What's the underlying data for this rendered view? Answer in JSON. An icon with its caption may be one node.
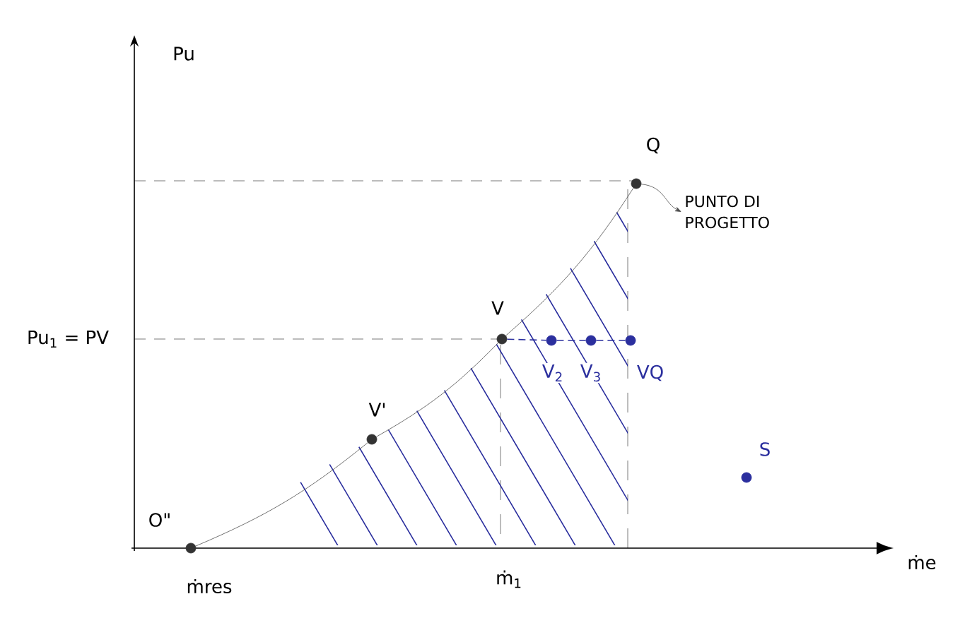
{
  "diagram": {
    "nodes": [
      {
        "text": [],
        "shape": "circle",
        "beside": [
          "O\""
        ]
      },
      {
        "text": [],
        "shape": "circle",
        "beside": [
          "V'"
        ]
      },
      {
        "text": [],
        "shape": "circle",
        "beside": [
          "V"
        ]
      },
      {
        "text": [],
        "shape": "circle",
        "beside": [
          "V$_{2}$"
        ]
      },
      {
        "text": [],
        "shape": "circle",
        "beside": [
          "V$_{3}$"
        ]
      },
      {
        "text": [],
        "shape": "circle",
        "beside": [
          "VQ"
        ]
      },
      {
        "text": [],
        "shape": "circle",
        "beside": [
          "Q"
        ]
      },
      {
        "text": [
          "PUNTO DI PROGETTO"
        ]
      },
      {
        "text": [],
        "shape": "circle",
        "beside": [
          "S"
        ]
      }
    ],
    "edges": [
      {
        "from": 0,
        "to": 1,
        "arrow": "none"
      },
      {
        "from": 1,
        "to": 2,
        "arrow": "none"
      },
      {
        "from": 2,
        "to": 6,
        "arrow": "none"
      },
      {
        "from": 2,
        "to": 3,
        "arrow": "none",
        "style": "dashed",
        "color": "#2b2f9e"
      },
      {
        "from": 3,
        "to": 4,
        "arrow": "none",
        "style": "dashed",
        "color": "#2b2f9e"
      },
      {
        "from": 4,
        "to": 5,
        "arrow": "none",
        "style": "dashed",
        "color": "#2b2f9e"
      },
      {
        "from": 6,
        "to": 7,
        "arrow": "to"
      }
    ],
    "labels": [
      "Pu",
      "Pu$_{1}$ = PV",
      "ṁres",
      "ṁ$_{1}$",
      "ṁe"
    ]
  }
}
